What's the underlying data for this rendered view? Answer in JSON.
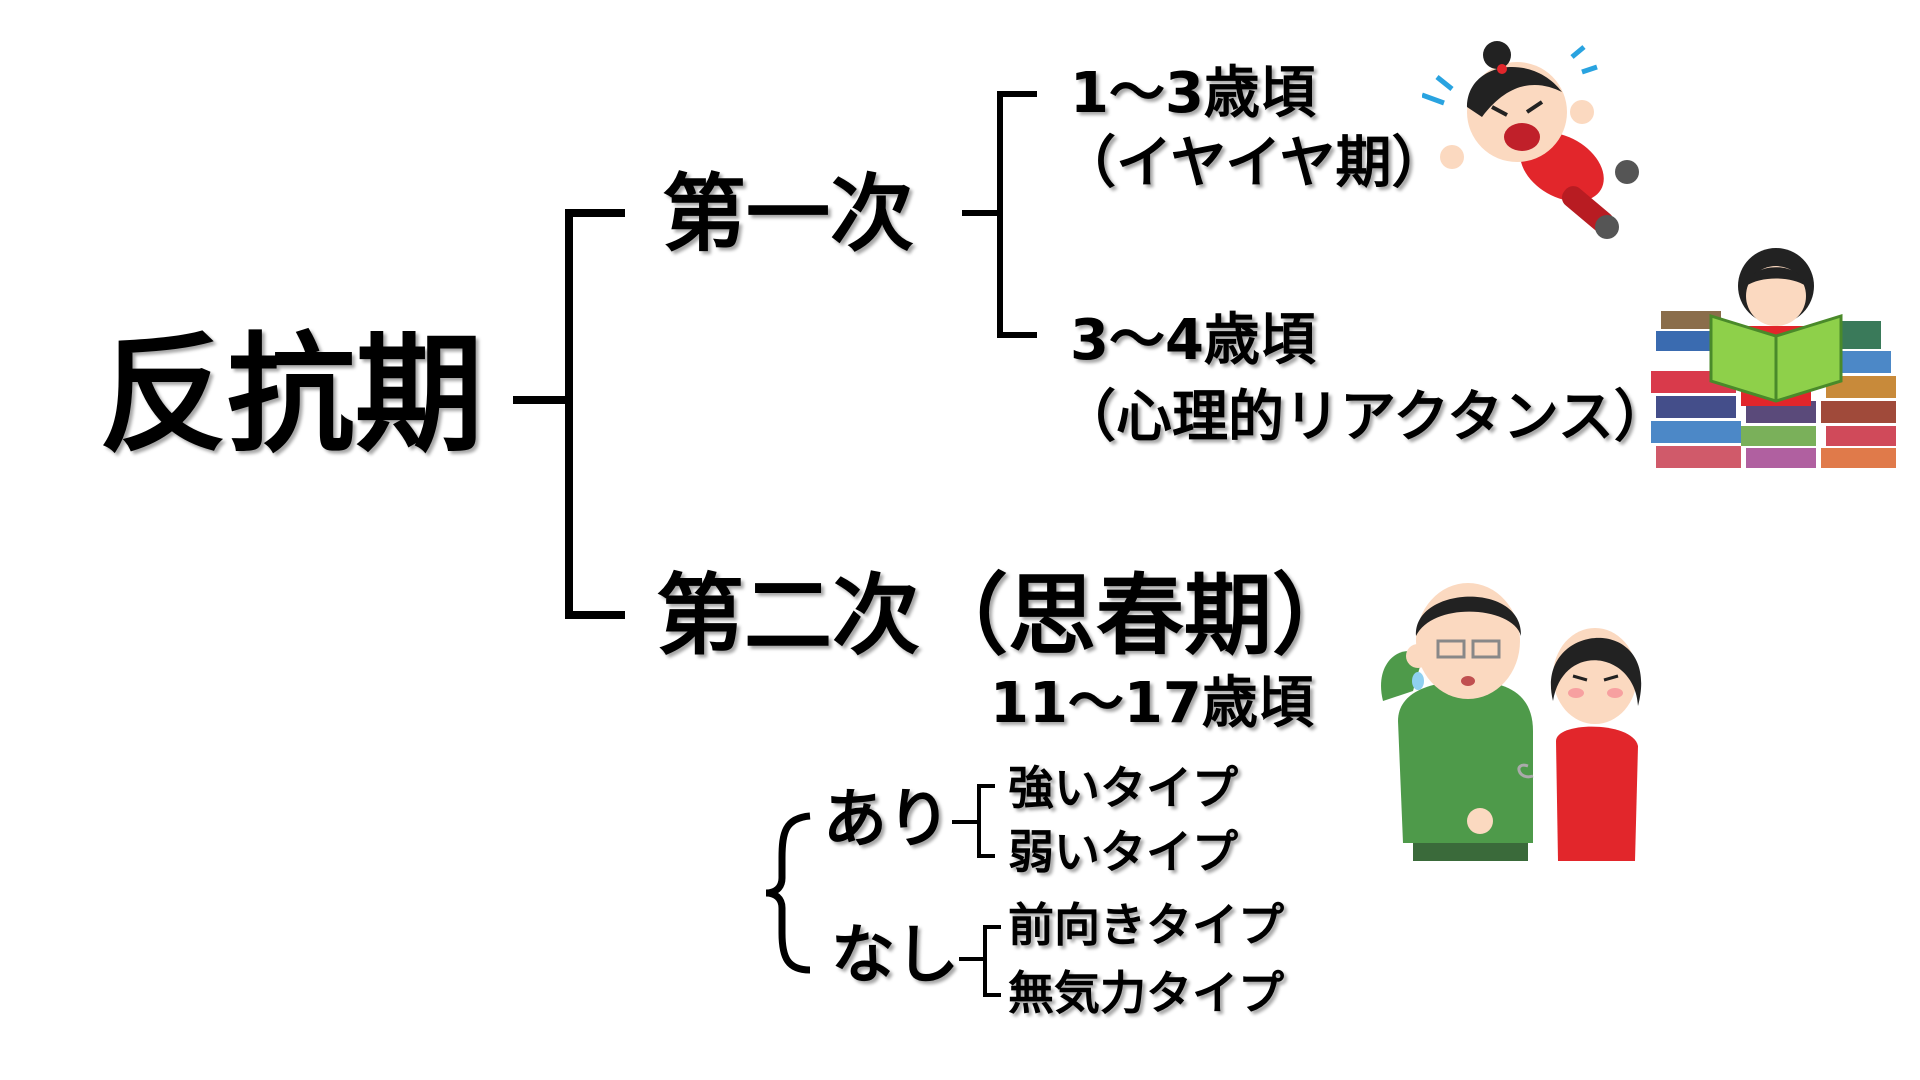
{
  "root": "反抗期",
  "first": {
    "title": "第一次",
    "stage1": {
      "age": "1～3歳頃",
      "name": "（イヤイヤ期）"
    },
    "stage2": {
      "age": "3～4歳頃",
      "name": "（心理的リアクタンス）"
    }
  },
  "second": {
    "title": "第二次（思春期）",
    "age": "11～17歳頃",
    "yes": {
      "label": "あり",
      "types": [
        "強いタイプ",
        "弱いタイプ"
      ]
    },
    "no": {
      "label": "なし",
      "types": [
        "前向きタイプ",
        "無気力タイプ"
      ]
    }
  },
  "colors": {
    "red": "#e2262b",
    "green": "#4e9a4a",
    "skin": "#fbd9c0"
  }
}
